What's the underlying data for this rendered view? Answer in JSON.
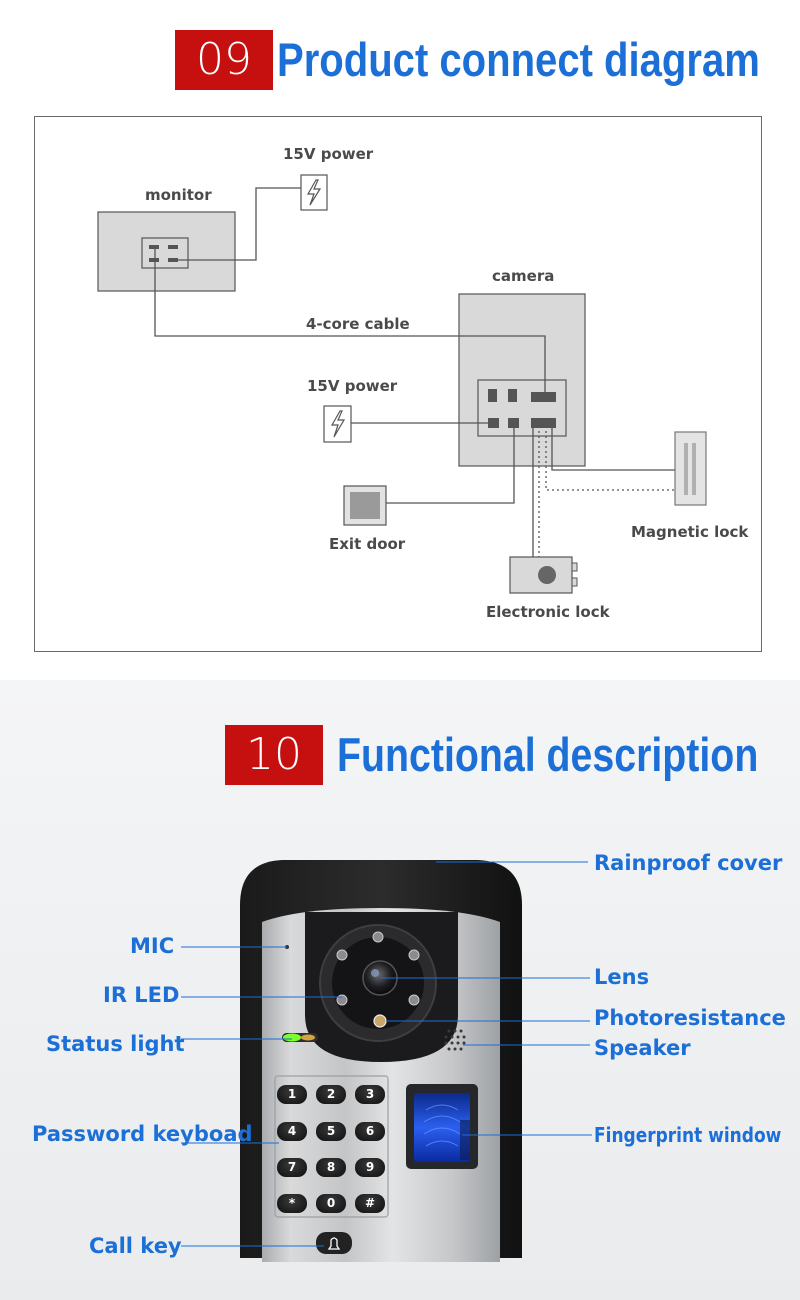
{
  "section1": {
    "number": "09",
    "title": "Product connect diagram",
    "labels": {
      "monitor": "monitor",
      "power_top": "15V power",
      "camera": "camera",
      "cable": "4-core cable",
      "power_mid": "15V power",
      "exit_door": "Exit door",
      "magnetic_lock": "Magnetic lock",
      "electronic_lock": "Electronic lock"
    }
  },
  "section2": {
    "number": "10",
    "title": "Functional description",
    "callouts": {
      "rainproof_cover": "Rainproof cover",
      "lens": "Lens",
      "photoresistance": "Photoresistance",
      "speaker": "Speaker",
      "fingerprint_window": "Fingerprint window",
      "mic": "MIC",
      "ir_led": "IR LED",
      "status_light": "Status light",
      "password_keyboard": "Password keyboad",
      "call_key": "Call key"
    },
    "keypad": [
      "1",
      "2",
      "3",
      "4",
      "5",
      "6",
      "7",
      "8",
      "9",
      "*",
      "0",
      "#"
    ],
    "colors": {
      "callout_text": "#1b6fd6",
      "number_box": "#c60f0f",
      "status_light": "#7cff2a"
    }
  }
}
